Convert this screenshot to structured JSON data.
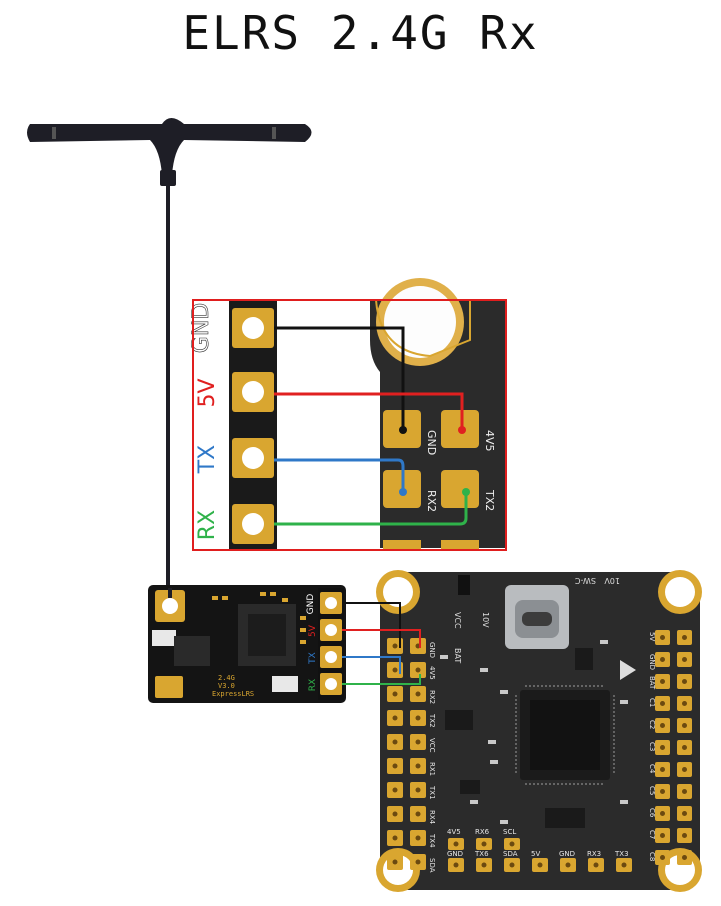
{
  "title": "ELRS 2.4G Rx",
  "colors": {
    "gnd_wire": "#111111",
    "v5_wire": "#e02020",
    "tx_wire": "#2f78c8",
    "rx_wire": "#2fb24a",
    "pad_gold": "#d9a630",
    "frame_red": "#e01e1e",
    "board": "#2b2b2b"
  },
  "zoom_inset": {
    "receiver_pins": [
      {
        "label": "GND",
        "color": "#ffffff"
      },
      {
        "label": "5V",
        "color": "#e02020"
      },
      {
        "label": "TX",
        "color": "#2f78c8"
      },
      {
        "label": "RX",
        "color": "#2fb24a"
      }
    ],
    "fc_pads": [
      {
        "label": "GND"
      },
      {
        "label": "4V5"
      },
      {
        "label": "RX2"
      },
      {
        "label": "TX2"
      }
    ]
  },
  "receiver": {
    "silk_lines": [
      "2.4G",
      "V3.0",
      "ExpressLRS"
    ],
    "pins": [
      "GND",
      "5V",
      "TX",
      "RX"
    ]
  },
  "flight_controller": {
    "left_pads": [
      "GND",
      "4V5",
      "RX2",
      "TX2",
      "VCC",
      "RX1",
      "TX1",
      "RX4",
      "TX4",
      "SDA"
    ],
    "left_labels": [
      "VCC",
      "BAT",
      "10V"
    ],
    "right_pads": [
      "5V",
      "GND",
      "BAT",
      "C1",
      "C2",
      "C3",
      "C4",
      "C5",
      "C6",
      "C7",
      "C8"
    ],
    "top_labels": [
      "10V",
      "SW-C"
    ],
    "bottom_top_row": [
      "4V5",
      "RX6",
      "SCL"
    ],
    "bottom_row": [
      "GND",
      "TX6",
      "SDA",
      "5V",
      "GND",
      "RX3",
      "TX3"
    ]
  }
}
